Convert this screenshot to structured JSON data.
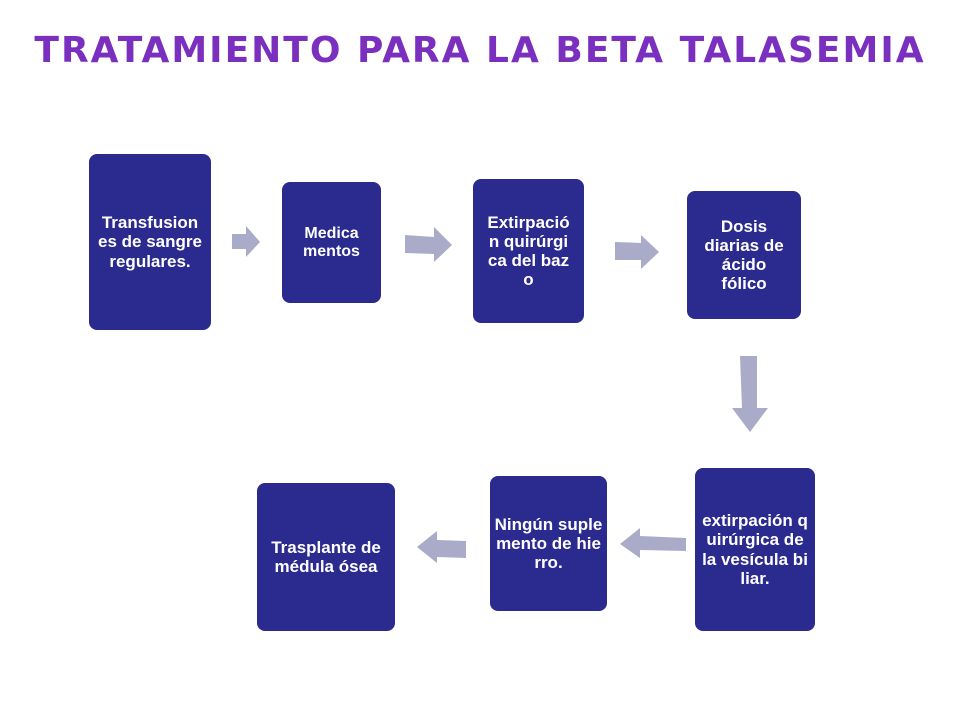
{
  "title": "Tratamiento para la beta talasemia",
  "colors": {
    "title": "#7b2fbe",
    "box_fill": "#2b2a8e",
    "box_text": "#ffffff",
    "arrow": "#a9abc8"
  },
  "steps": [
    {
      "label": "Transfusiones de sangre regulares."
    },
    {
      "label": "Medicamentos"
    },
    {
      "label": "Extirpación quirúrgica del bazo"
    },
    {
      "label": "Dosis diarias de ácido fólico"
    },
    {
      "label": "extirpación quirúrgica de la vesícula biliar."
    },
    {
      "label": "Ningún suplemento de hierro."
    },
    {
      "label": "Trasplante de médula ósea"
    }
  ]
}
